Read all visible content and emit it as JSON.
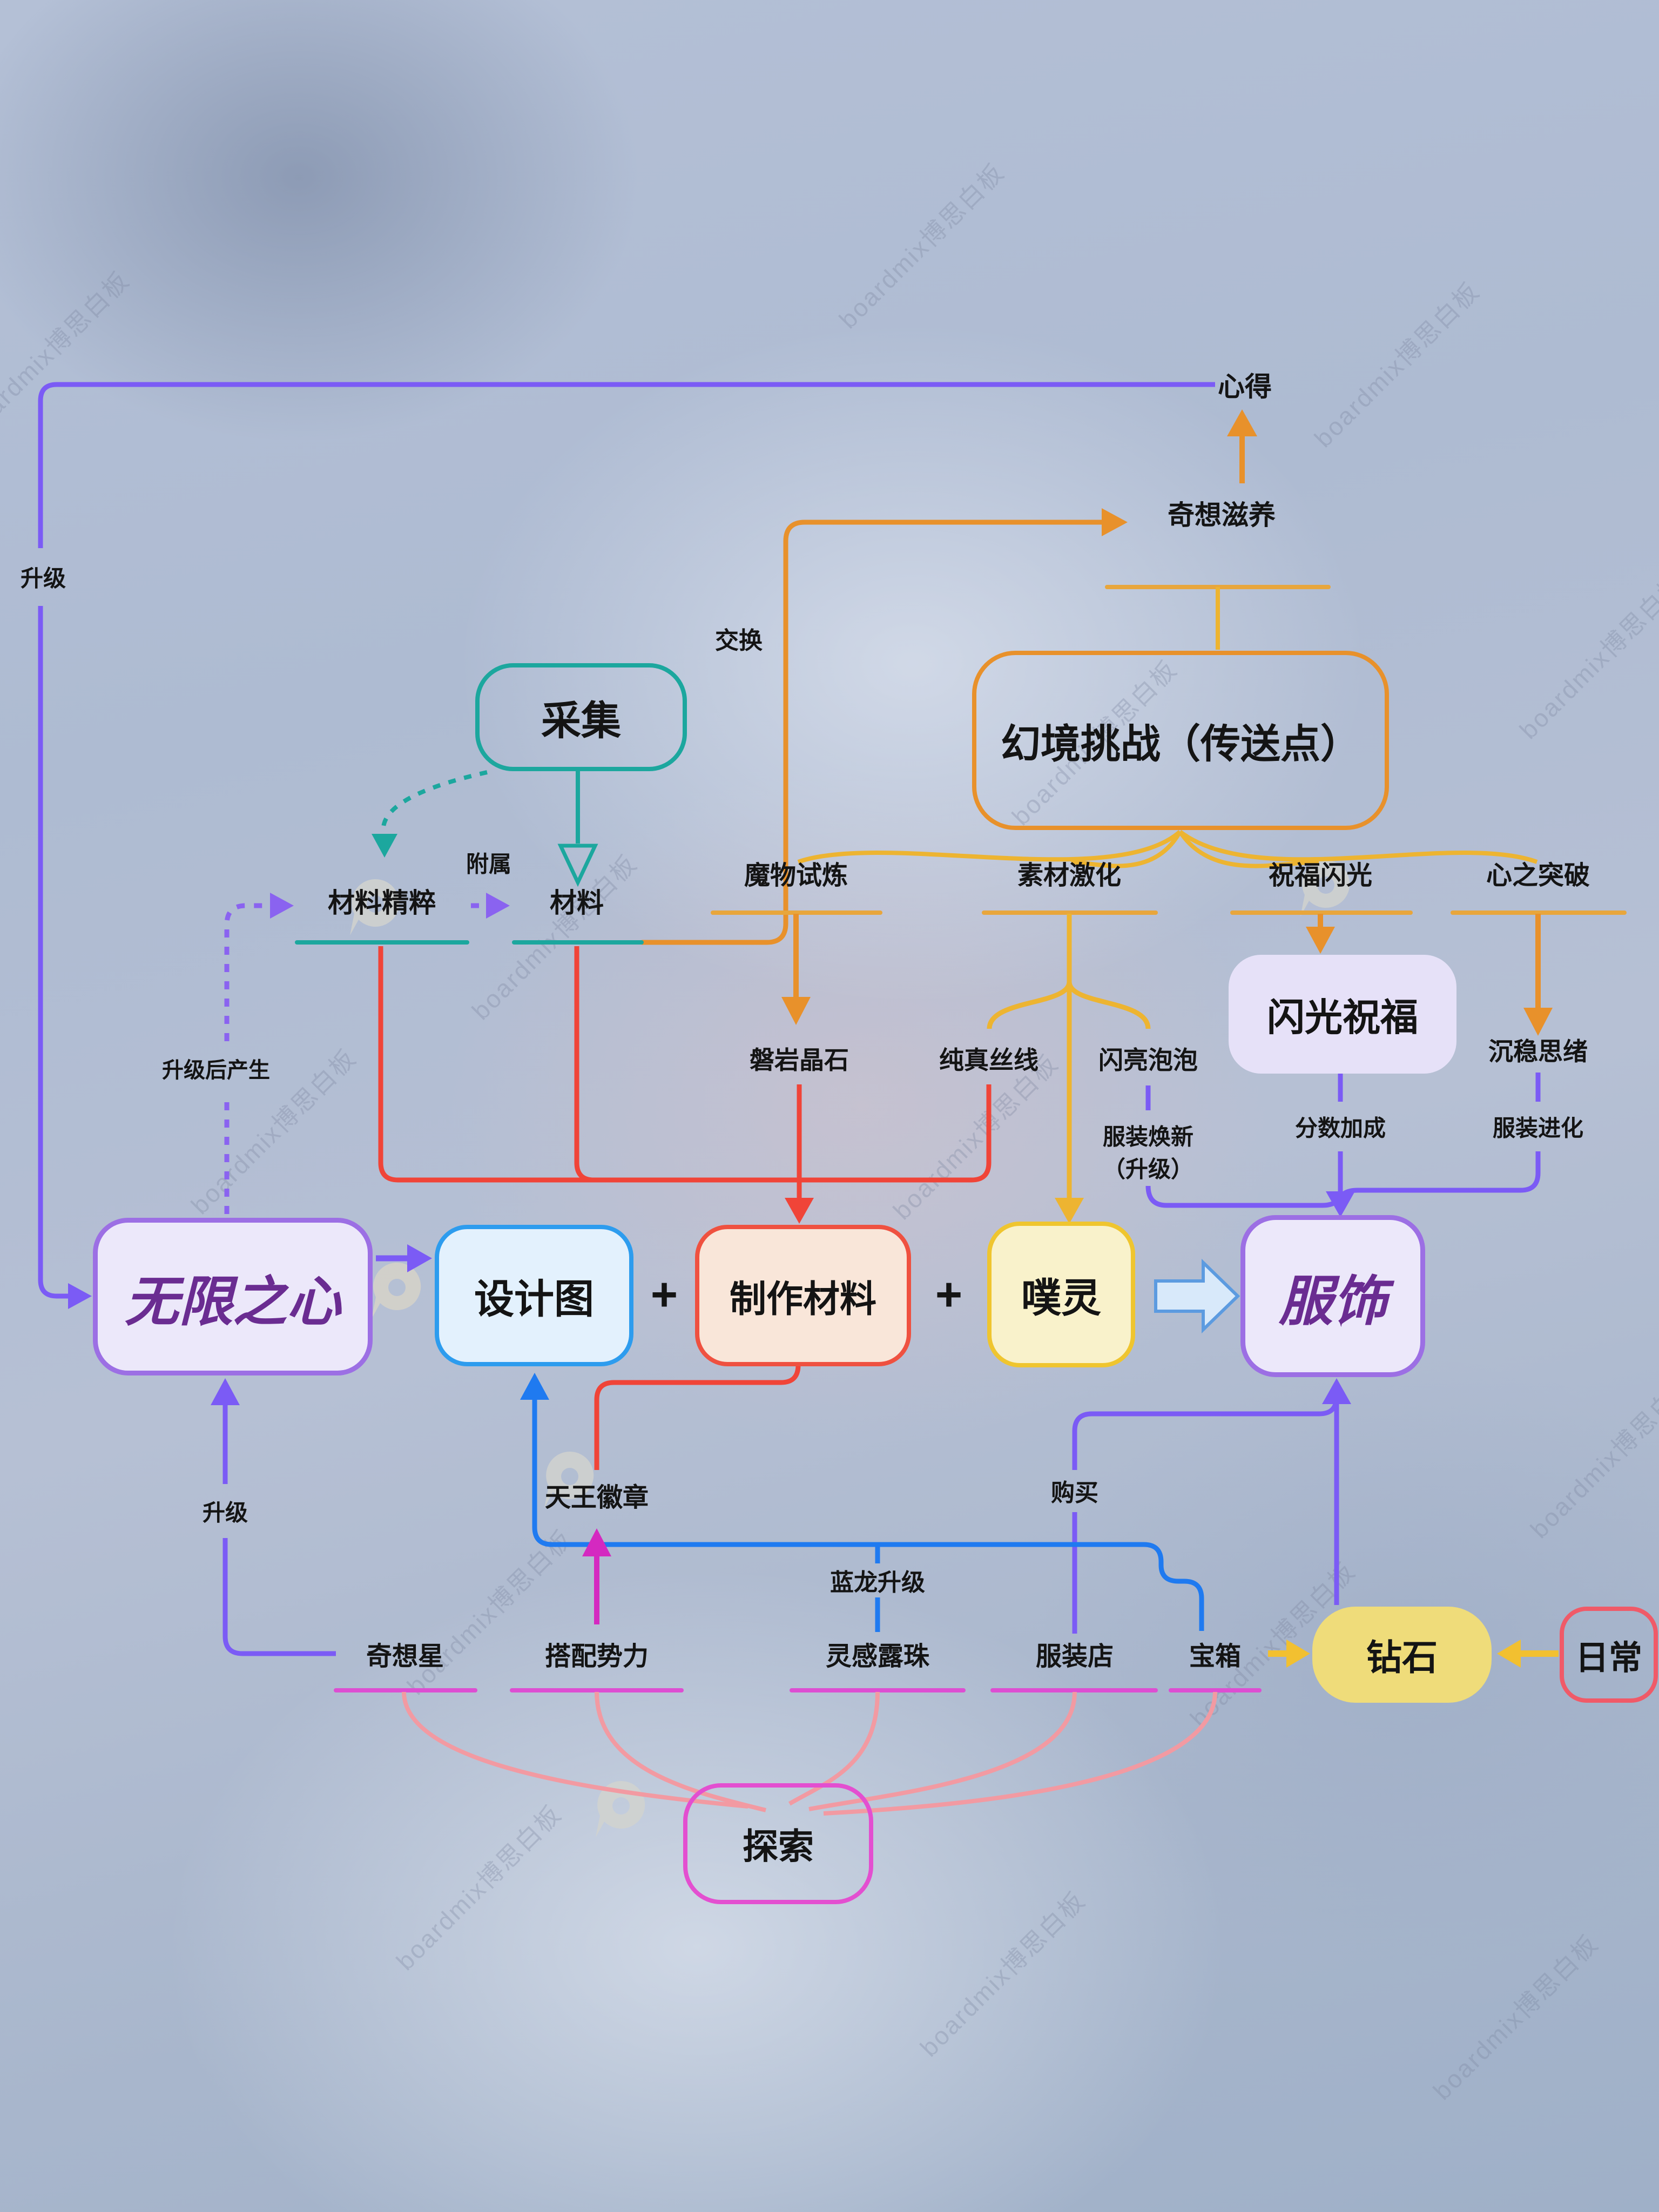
{
  "app": {
    "watermark_text": "boardmix博思白板"
  },
  "nodes": {
    "caiji": "采集",
    "huanjing": "幻境挑战（传送点）",
    "shanguang_zhufu": "闪光祝福",
    "wuxian_zhixin": "无限之心",
    "shejitu": "设计图",
    "zhizuo_cailiao": "制作材料",
    "puling": "噗灵",
    "fushi": "服饰",
    "zuanshi": "钻石",
    "richang": "日常",
    "tansuo": "探索"
  },
  "labels": {
    "xinde": "心得",
    "qixiang_ziyang": "奇想滋养",
    "jiaohuan": "交换",
    "fushu": "附属",
    "cailiao_jingcui": "材料精粹",
    "cailiao": "材料",
    "shengji_left": "升级",
    "shengji_hou_chansheng": "升级后产生",
    "mowu_shilian": "魔物试炼",
    "sucai_jihua": "素材激化",
    "zhufu_shanguang": "祝福闪光",
    "xinzhi_tupo": "心之突破",
    "panyan_jingshi": "磐岩晶石",
    "chunzhen_sixian": "纯真丝线",
    "shanliang_paopao": "闪亮泡泡",
    "fuzhuang_huanxin": "服装焕新",
    "fuzhuang_huanxin_2": "（升级）",
    "fenshu_jiacheng": "分数加成",
    "chenwen_sixu": "沉稳思绪",
    "fuzhuang_jinhua": "服装进化",
    "plus_1": "+",
    "plus_2": "+",
    "shengji_bottom": "升级",
    "tianwang_huizhang": "天王徽章",
    "lanlong_shengji": "蓝龙升级",
    "goumai": "购买",
    "qixiang_xing": "奇想星",
    "dapei_shili": "搭配势力",
    "linggan_luzhu": "灵感露珠",
    "fuzhuang_dian": "服装店",
    "baoxiang": "宝箱"
  },
  "colors": {
    "purple_line": "#7b5bf5",
    "purple_dashed": "#8a63f0",
    "teal": "#1ca79e",
    "orange": "#e8912b",
    "gold": "#edb431",
    "red": "#f04438",
    "blue": "#1f7af0",
    "magenta_arrow": "#d429c0",
    "pink_curve": "#f29aa2",
    "magenta_underline": "#dd4ed2",
    "yellow_arrow": "#f2c030",
    "node_purple_border": "#9c6fe4",
    "node_purple_fill": "#ece8fa",
    "node_purple_text": "#6a2c91",
    "node_blue_border": "#2d9cee",
    "node_blue_fill": "#e3f1fd",
    "node_red_border": "#ef5140",
    "node_red_fill": "#f9e6d9",
    "node_yellow_border": "#efc52f",
    "node_yellow_fill": "#f9f2cb",
    "diamond_fill": "#efdc7a",
    "daily_border": "#f05a68",
    "explore_border": "#e34fd0",
    "blessing_fill": "#e6e1f8"
  }
}
